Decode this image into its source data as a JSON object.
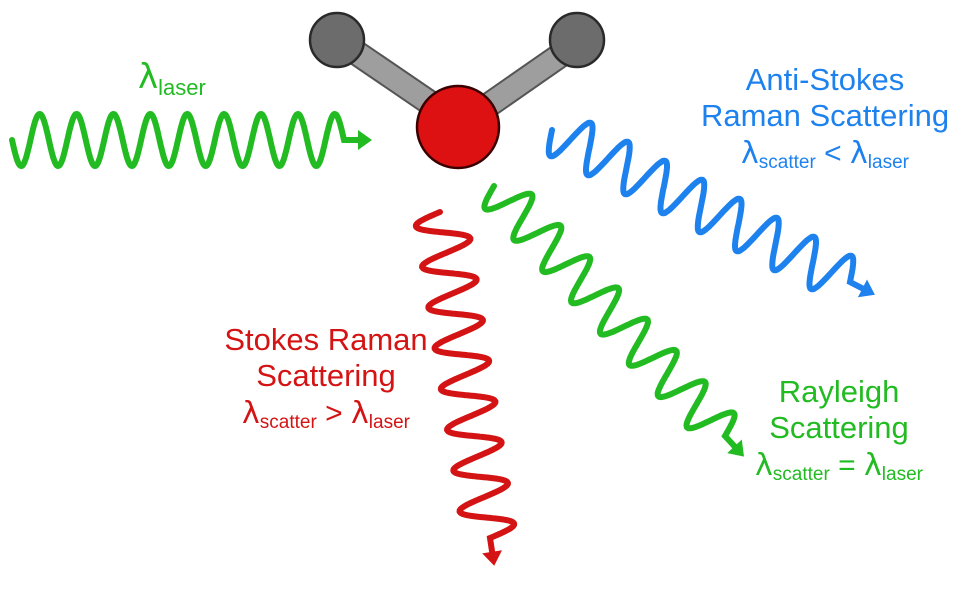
{
  "colors": {
    "laser": "#22bb22",
    "rayleigh": "#22bb22",
    "stokes": "#d41414",
    "anti_stokes": "#1e82ee",
    "oxygen": "#dd1111",
    "hydrogen": "#6c6c6c",
    "bond": "#9e9e9e"
  },
  "icons": {
    "molecule": "water-molecule-icon",
    "arrow": "arrowhead-icon"
  },
  "laser": {
    "symbol": "λ",
    "subscript": "laser"
  },
  "anti_stokes": {
    "line1": "Anti-Stokes",
    "line2": "Raman Scattering",
    "lhs_symbol": "λ",
    "lhs_sub": "scatter",
    "relation": " < ",
    "rhs_symbol": "λ",
    "rhs_sub": "laser"
  },
  "stokes": {
    "line1": "Stokes Raman",
    "line2": "Scattering",
    "lhs_symbol": "λ",
    "lhs_sub": "scatter",
    "relation": " > ",
    "rhs_symbol": "λ",
    "rhs_sub": "laser"
  },
  "rayleigh": {
    "line1": "Rayleigh",
    "line2": "Scattering",
    "lhs_symbol": "λ",
    "lhs_sub": "scatter",
    "relation": " = ",
    "rhs_symbol": "λ",
    "rhs_sub": "laser"
  }
}
